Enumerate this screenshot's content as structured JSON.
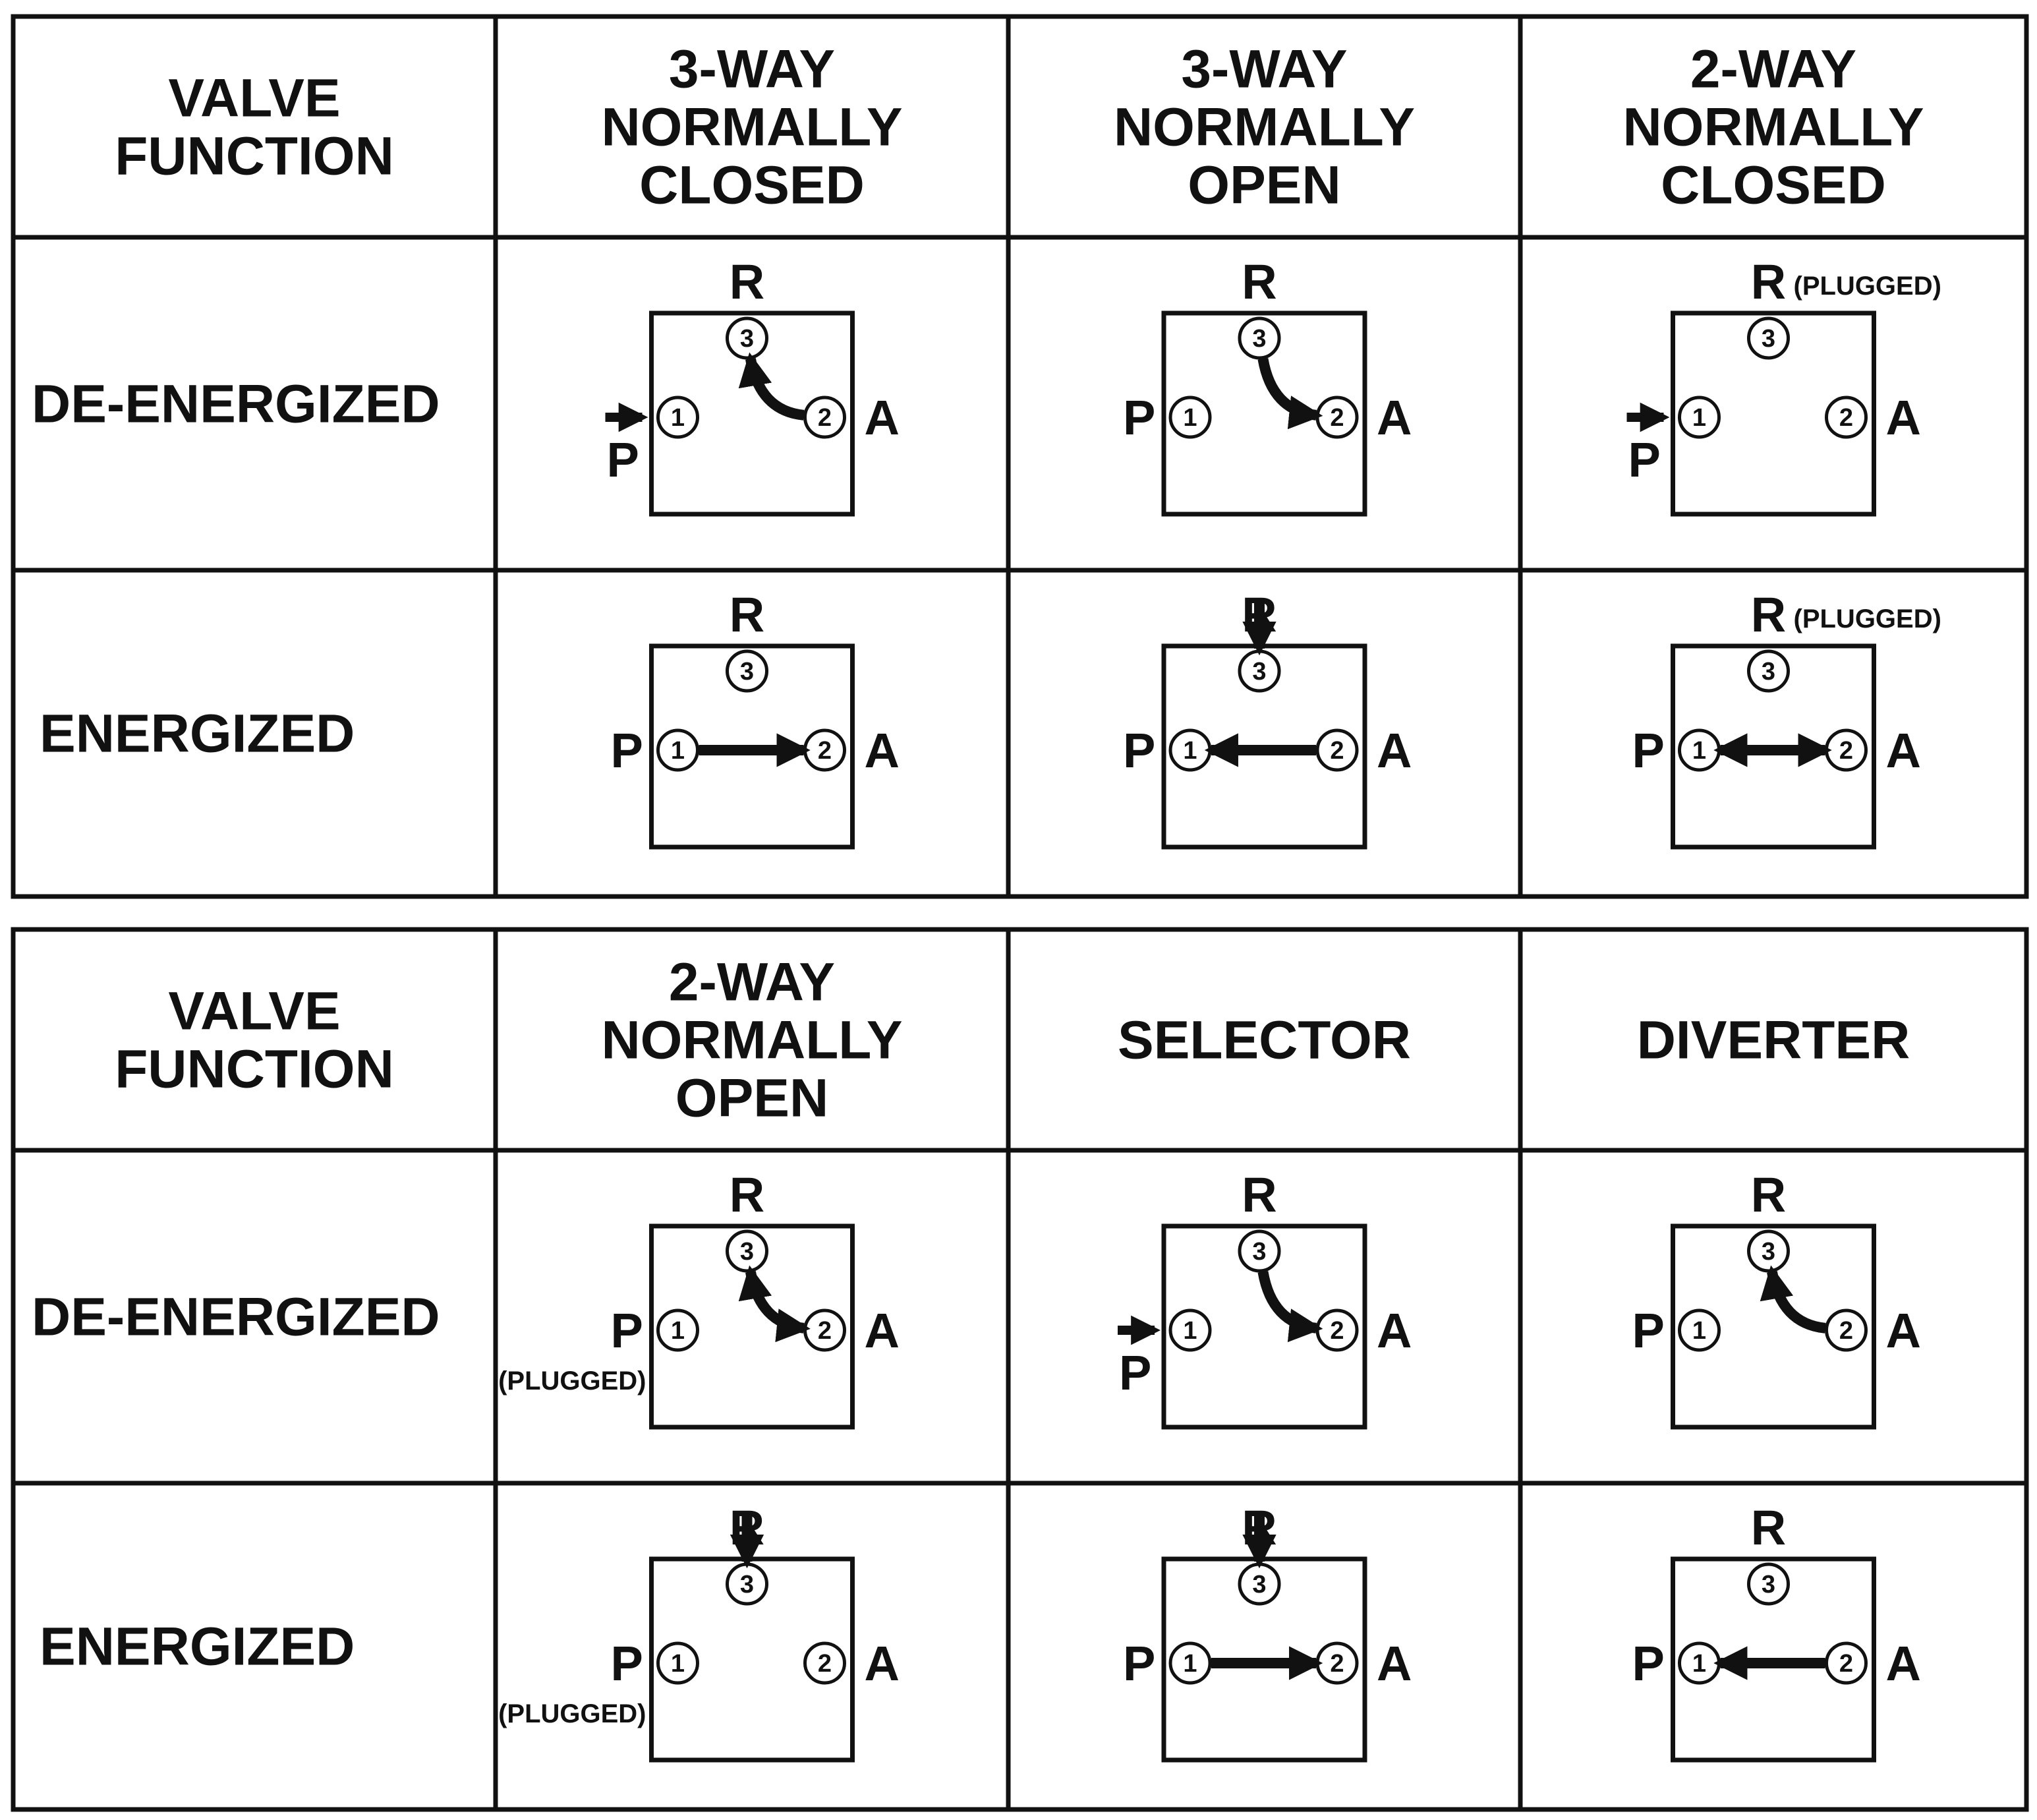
{
  "tables": [
    {
      "header_label": [
        "VALVE",
        "FUNCTION"
      ],
      "columns": [
        [
          "3-WAY",
          "NORMALLY",
          "CLOSED"
        ],
        [
          "3-WAY",
          "NORMALLY",
          "OPEN"
        ],
        [
          "2-WAY",
          "NORMALLY",
          "CLOSED"
        ]
      ],
      "rows": [
        {
          "label": "DE-ENERGIZED",
          "cells": [
            {
              "R": "R",
              "P": "P",
              "A": "A",
              "ports": [
                "1",
                "2",
                "3"
              ],
              "p_inlet": true,
              "flows": [
                {
                  "from": "2",
                  "to": "3",
                  "curve": true
                }
              ]
            },
            {
              "R": "R",
              "P": "P",
              "A": "A",
              "ports": [
                "1",
                "2",
                "3"
              ],
              "flows": [
                {
                  "from": "3",
                  "to": "2",
                  "curve": true
                }
              ]
            },
            {
              "R": "R",
              "R_note": "(PLUGGED)",
              "P": "P",
              "A": "A",
              "ports": [
                "1",
                "2",
                "3"
              ],
              "p_inlet": true,
              "flows": []
            }
          ]
        },
        {
          "label": "ENERGIZED",
          "cells": [
            {
              "R": "R",
              "P": "P",
              "A": "A",
              "ports": [
                "1",
                "2",
                "3"
              ],
              "flows": [
                {
                  "from": "1",
                  "to": "2"
                }
              ]
            },
            {
              "R": "R",
              "P": "P",
              "A": "A",
              "ports": [
                "1",
                "2",
                "3"
              ],
              "r_inlet": true,
              "flows": [
                {
                  "from": "2",
                  "to": "1"
                }
              ]
            },
            {
              "R": "R",
              "R_note": "(PLUGGED)",
              "P": "P",
              "A": "A",
              "ports": [
                "1",
                "2",
                "3"
              ],
              "flows": [
                {
                  "from": "2",
                  "to": "1",
                  "double": true
                }
              ]
            }
          ]
        }
      ]
    },
    {
      "header_label": [
        "VALVE",
        "FUNCTION"
      ],
      "columns": [
        [
          "2-WAY",
          "NORMALLY",
          "OPEN"
        ],
        [
          "SELECTOR"
        ],
        [
          "DIVERTER"
        ]
      ],
      "rows": [
        {
          "label": "DE-ENERGIZED",
          "cells": [
            {
              "R": "R",
              "P": "P",
              "P_note": "(PLUGGED)",
              "A": "A",
              "ports": [
                "1",
                "2",
                "3"
              ],
              "flows": [
                {
                  "from": "3",
                  "to": "2",
                  "curve": true,
                  "double": true
                }
              ]
            },
            {
              "R": "R",
              "P": "P",
              "A": "A",
              "ports": [
                "1",
                "2",
                "3"
              ],
              "p_inlet": true,
              "flows": [
                {
                  "from": "3",
                  "to": "2",
                  "curve": true
                }
              ]
            },
            {
              "R": "R",
              "P": "P",
              "A": "A",
              "ports": [
                "1",
                "2",
                "3"
              ],
              "flows": [
                {
                  "from": "2",
                  "to": "3",
                  "curve": true
                }
              ]
            }
          ]
        },
        {
          "label": "ENERGIZED",
          "cells": [
            {
              "R": "R",
              "P": "P",
              "P_note": "(PLUGGED)",
              "A": "A",
              "ports": [
                "1",
                "2",
                "3"
              ],
              "r_inlet": true,
              "flows": []
            },
            {
              "R": "R",
              "P": "P",
              "A": "A",
              "ports": [
                "1",
                "2",
                "3"
              ],
              "r_inlet": true,
              "flows": [
                {
                  "from": "1",
                  "to": "2"
                }
              ]
            },
            {
              "R": "R",
              "P": "P",
              "A": "A",
              "ports": [
                "1",
                "2",
                "3"
              ],
              "flows": [
                {
                  "from": "2",
                  "to": "1"
                }
              ]
            }
          ]
        }
      ]
    }
  ]
}
